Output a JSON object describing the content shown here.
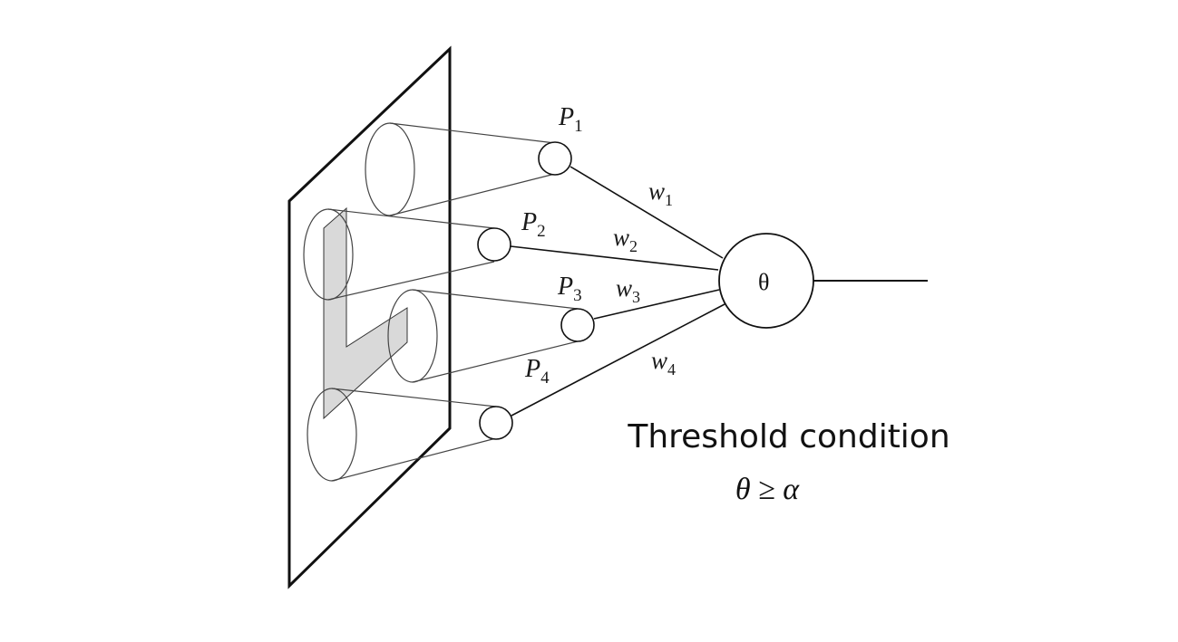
{
  "receptors": [
    {
      "letter": "P",
      "index": "1"
    },
    {
      "letter": "P",
      "index": "2"
    },
    {
      "letter": "P",
      "index": "3"
    },
    {
      "letter": "P",
      "index": "4"
    }
  ],
  "weights": [
    {
      "letter": "w",
      "index": "1"
    },
    {
      "letter": "w",
      "index": "2"
    },
    {
      "letter": "w",
      "index": "3"
    },
    {
      "letter": "w",
      "index": "4"
    }
  ],
  "neuron": {
    "label": "θ"
  },
  "caption": {
    "title": "Threshold condition",
    "formula": "θ ≥ α"
  },
  "colors": {
    "stroke": "#1a1a1a",
    "shape_fill": "#d9d9d9"
  }
}
